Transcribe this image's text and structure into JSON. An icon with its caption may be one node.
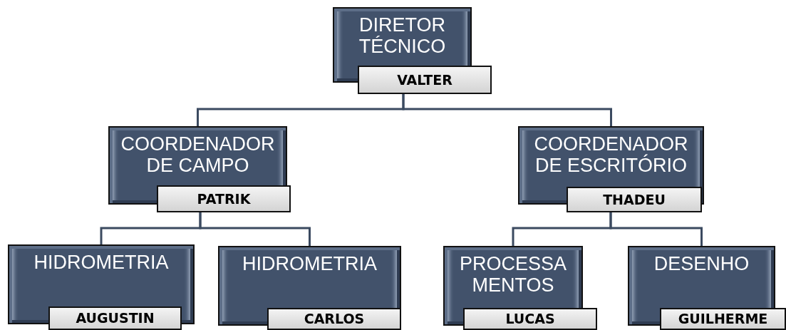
{
  "diagram": {
    "nodes": [
      {
        "text": [
          "DIRETOR TÉCNICO",
          "VALTER"
        ]
      },
      {
        "text": [
          "COORDENADOR DE CAMPO",
          "PATRIK"
        ]
      },
      {
        "text": [
          "COORDENADOR DE ESCRITÓRIO",
          "THADEU"
        ]
      },
      {
        "text": [
          "HIDROMETRIA",
          "AUGUSTIN"
        ]
      },
      {
        "text": [
          "HIDROMETRIA",
          "CARLOS"
        ]
      },
      {
        "text": [
          "PROCESSA MENTOS",
          "LUCAS"
        ]
      },
      {
        "text": [
          "DESENHO",
          "GUILHERME"
        ]
      }
    ],
    "edges": [
      {
        "from": 0,
        "to": 1,
        "arrow": "none"
      },
      {
        "from": 0,
        "to": 2,
        "arrow": "none"
      },
      {
        "from": 1,
        "to": 3,
        "arrow": "none"
      },
      {
        "from": 1,
        "to": 4,
        "arrow": "none"
      },
      {
        "from": 2,
        "to": 5,
        "arrow": "none"
      },
      {
        "from": 2,
        "to": 6,
        "arrow": "none"
      }
    ]
  }
}
